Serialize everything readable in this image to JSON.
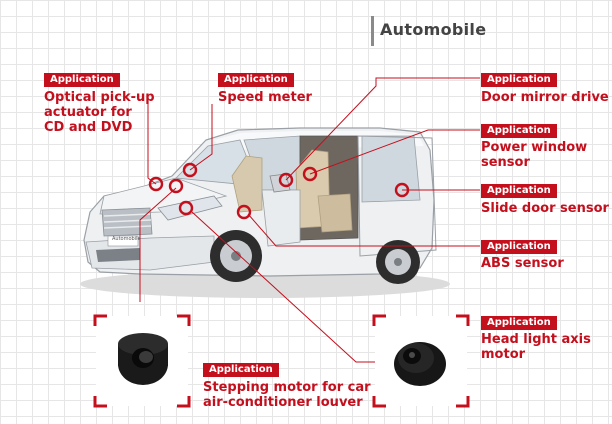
{
  "section_title": "Automobile",
  "tag_text": "Application",
  "car_badge": "Automobile",
  "applications": [
    {
      "id": "optical",
      "lines": [
        "Optical pick-up",
        "actuator for",
        "CD and DVD"
      ]
    },
    {
      "id": "speed",
      "lines": [
        "Speed meter"
      ]
    },
    {
      "id": "mirror",
      "lines": [
        "Door mirror drive"
      ]
    },
    {
      "id": "window",
      "lines": [
        "Power window",
        "sensor"
      ]
    },
    {
      "id": "slide",
      "lines": [
        "Slide door sensor"
      ]
    },
    {
      "id": "abs",
      "lines": [
        "ABS sensor"
      ]
    },
    {
      "id": "headlight",
      "lines": [
        "Head light axis",
        "motor"
      ]
    },
    {
      "id": "stepping",
      "lines": [
        "Stepping motor for car",
        "air-conditioner louver"
      ]
    }
  ],
  "colors": {
    "accent": "#c40f1d",
    "title": "#444444",
    "grid": "#e6e6e6"
  }
}
